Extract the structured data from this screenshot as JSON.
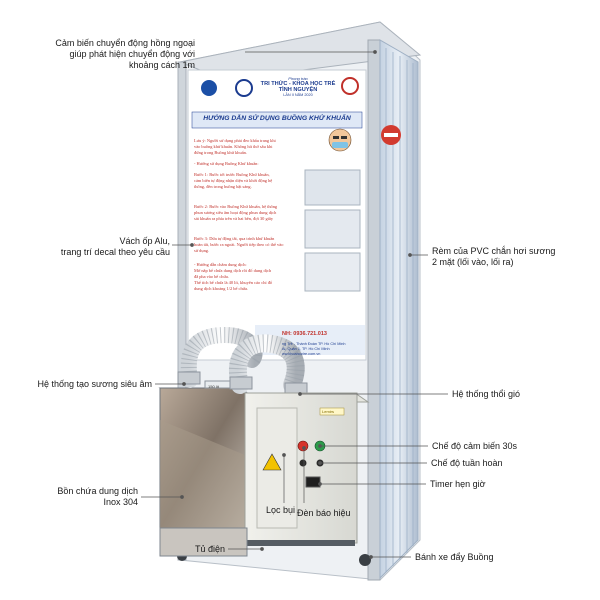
{
  "callouts": {
    "sensor": [
      "Cảm biến chuyển động hồng ngoại",
      "giúp phát hiện chuyển động với",
      "khoảng cách 1m"
    ],
    "alu": [
      "Vách ốp Alu,",
      "trang trí decal theo yêu cầu"
    ],
    "pvc": [
      "Rèm của PVC chắn hơi sương",
      "2 mặt (lối vào, lối ra)"
    ],
    "mist": "Hệ thống tạo sương siêu âm",
    "fan": "Hệ thống thổi gió",
    "mode30": "Chế độ cảm biến 30s",
    "cycle": "Chế độ tuần hoàn",
    "timer": "Timer hẹn giờ",
    "tank": [
      "Bồn chứa dung dịch",
      "Inox 304"
    ],
    "filter": "Lọc bụi",
    "lamp": "Đèn báo hiệu",
    "cabinet": "Tủ điện",
    "wheel": "Bánh xe đẩy Buồng"
  },
  "board": {
    "header_small": "Phong trào",
    "header_main": "TRI THỨC - KHOA HỌC TRẺ",
    "header_sub": "TÌNH NGUYỆN",
    "header_year": "LẦN II NĂM 2020",
    "banner": "HƯỚNG DẪN SỬ DỤNG BUỒNG KHỬ KHUẨN",
    "lines": [
      "Lưu ý: Người sử dụng phải đeo khẩu trang khi",
      "vào buồng khử khuẩn. Không hít thở sâu khi",
      "đứng trong Buồng khử khuẩn.",
      "- Hướng sử dụng Buồng Khử khuẩn:",
      "Bước 1: Bước tới trước Buồng Khử khuẩn,",
      "cảm biến tự động nhận diện và khởi động hệ",
      "thống, đèn trong buồng bật sáng.",
      "Bước 2: Bước vào Buồng Khử khuẩn, hệ thống",
      "phun sương siêu âm hoạt động phun dung dịch",
      "sát khuẩn ra phía trên và hai bên, đợi 30 giây",
      "Bước 3: Dừa tự động tắt, qua trình khử khuẩn",
      "hoàn tất, bước ra ngoài. Người tiếp theo có thể vào",
      "sử dụng.",
      "- Hướng dẫn châm dung dịch:",
      "Mở nắp bể chứa dung dịch rồi đổ dung dịch",
      "đã pha vào bể chứa.",
      "Thể tích bể chứa là 40 lít, khuyến cáo chỉ đổ",
      "dung dịch khoảng 1/2 bể chứa."
    ],
    "hotline": "NH: 0936.721.013",
    "addr1": "ng Trẻ - Thành Đoàn TP. Hồ Chí Minh",
    "addr2": "Ai, Quận 1, TP. Hồ Chí Minh",
    "addr3": "ww.khoahoctre.com.vn",
    "tank_label": "150 lít",
    "sticker": "Lemirs"
  },
  "colors": {
    "accent": "#1b3b8f",
    "red": "#c0302a",
    "frame": "#d9dde2",
    "steel": "#9aa3ad"
  }
}
